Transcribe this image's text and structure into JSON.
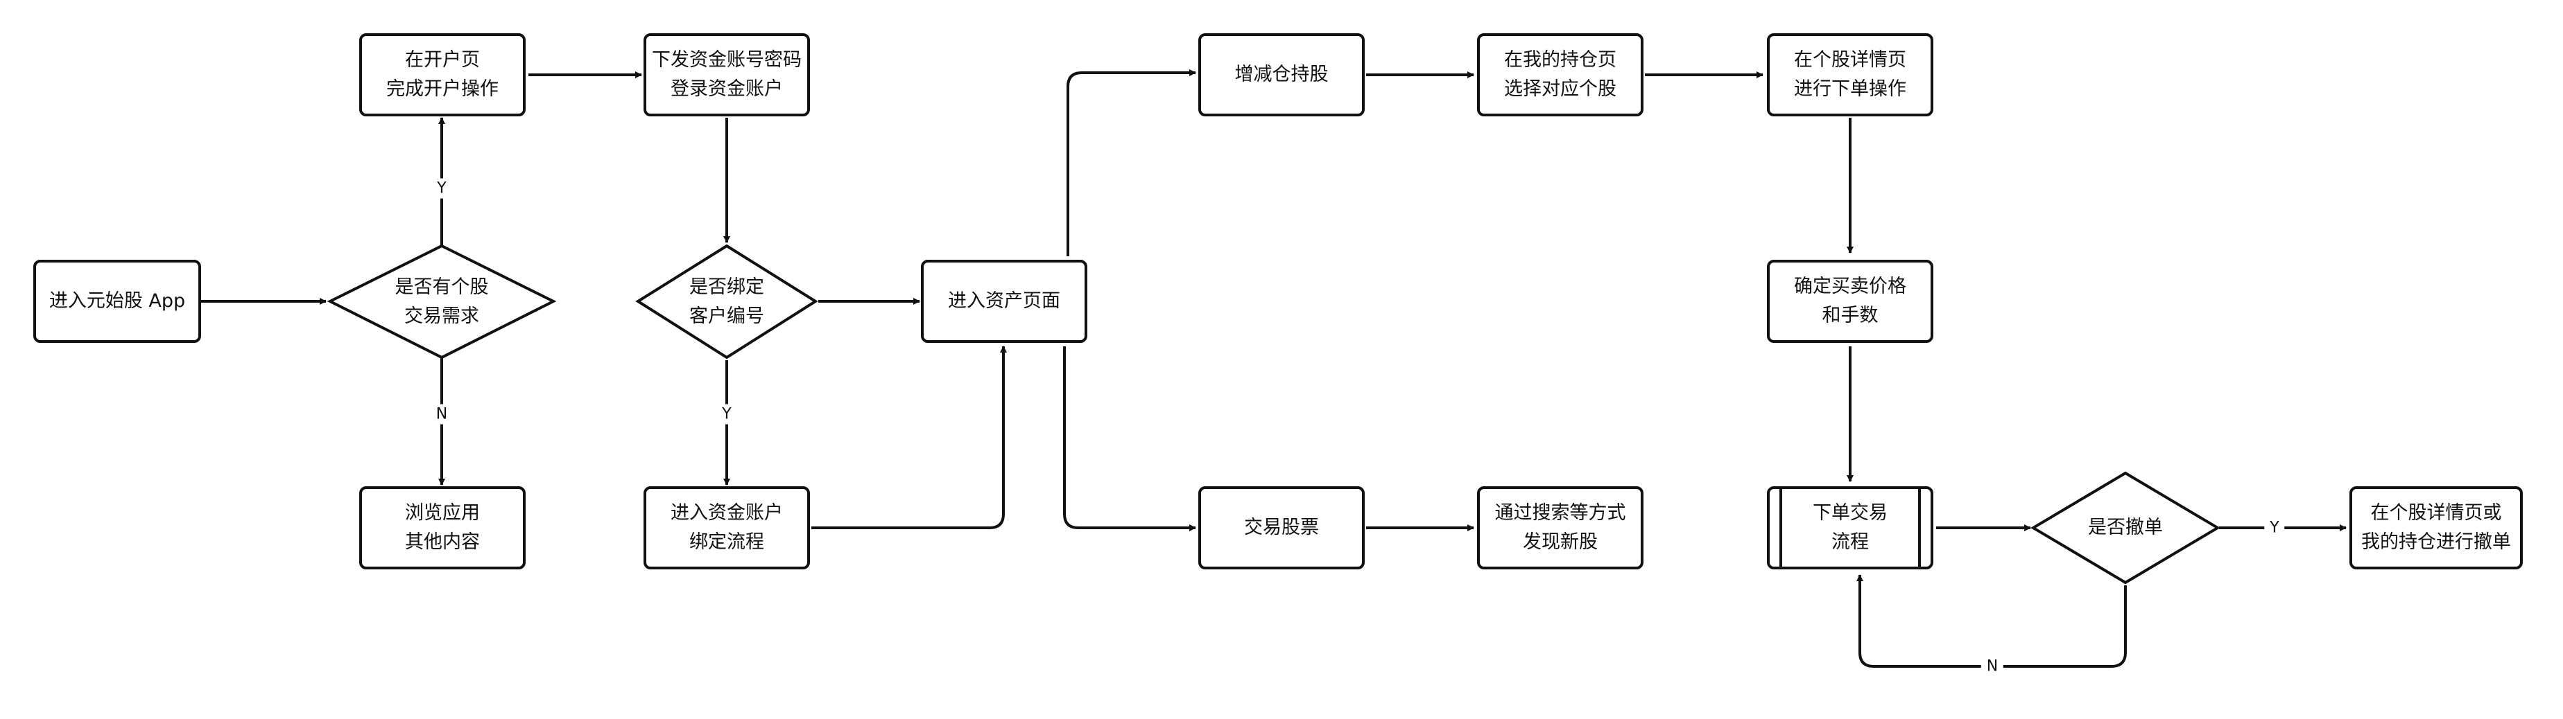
{
  "nodes": {
    "enter_app": "进入元始股 App",
    "q_trade": [
      "是否有个股",
      "交易需求"
    ],
    "open_account": [
      "在开户页",
      "完成开户操作"
    ],
    "browse": [
      "浏览应用",
      "其他内容"
    ],
    "fund_login": [
      "下发资金账号密码",
      "登录资金账户"
    ],
    "q_bind": [
      "是否绑定",
      "客户编号"
    ],
    "bind_flow": [
      "进入资金账户",
      "绑定流程"
    ],
    "asset_page": "进入资产页面",
    "adjust_holding": "增减仓持股",
    "trade_stock": "交易股票",
    "select_holding": [
      "在我的持仓页",
      "选择对应个股"
    ],
    "discover": [
      "通过搜索等方式",
      "发现新股"
    ],
    "stock_detail_order": [
      "在个股详情页",
      "进行下单操作"
    ],
    "confirm_price": [
      "确定买卖价格",
      "和手数"
    ],
    "order_flow": [
      "下单交易",
      "流程"
    ],
    "q_cancel": "是否撤单",
    "cancel_order": [
      "在个股详情页或",
      "我的持仓进行撤单"
    ]
  },
  "edge_labels": {
    "yes": "Y",
    "no": "N"
  }
}
